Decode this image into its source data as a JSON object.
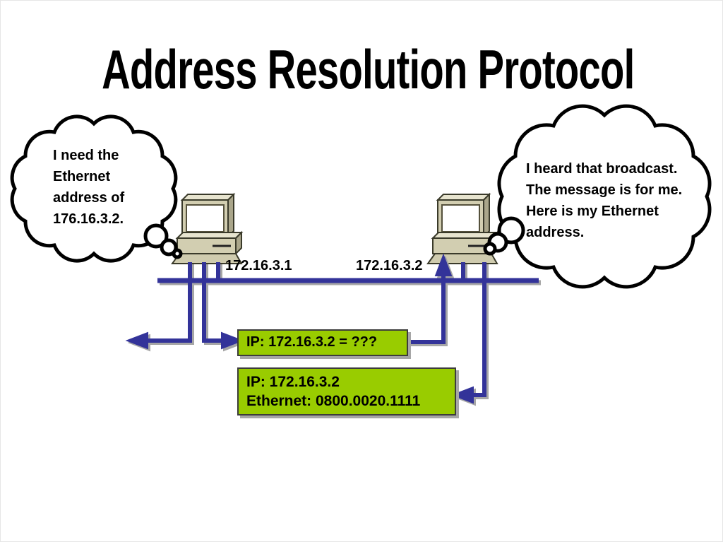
{
  "slide": {
    "title": "Address Resolution Protocol"
  },
  "clouds": {
    "left": {
      "text": "I need the\nEthernet\naddress of\n176.16.3.2."
    },
    "right": {
      "text": "I heard that broadcast.\nThe message is for me.\nHere is my Ethernet\naddress."
    }
  },
  "hosts": {
    "left": {
      "ip": "172.16.3.1"
    },
    "right": {
      "ip": "172.16.3.2"
    }
  },
  "messages": {
    "request": {
      "text": "IP: 172.16.3.2 = ???"
    },
    "reply": {
      "line1": "IP: 172.16.3.2",
      "line2": "Ethernet: 0800.0020.1111"
    }
  },
  "icons": {
    "host": "computer-icon",
    "speech": "thought-cloud-icon"
  },
  "colors": {
    "wire_blue": "#333399",
    "shadow_gray": "#a6a6a6",
    "message_green": "#99CC00",
    "computer_beige": "#d2ceb1",
    "text_black": "#000000",
    "background": "#ffffff"
  }
}
